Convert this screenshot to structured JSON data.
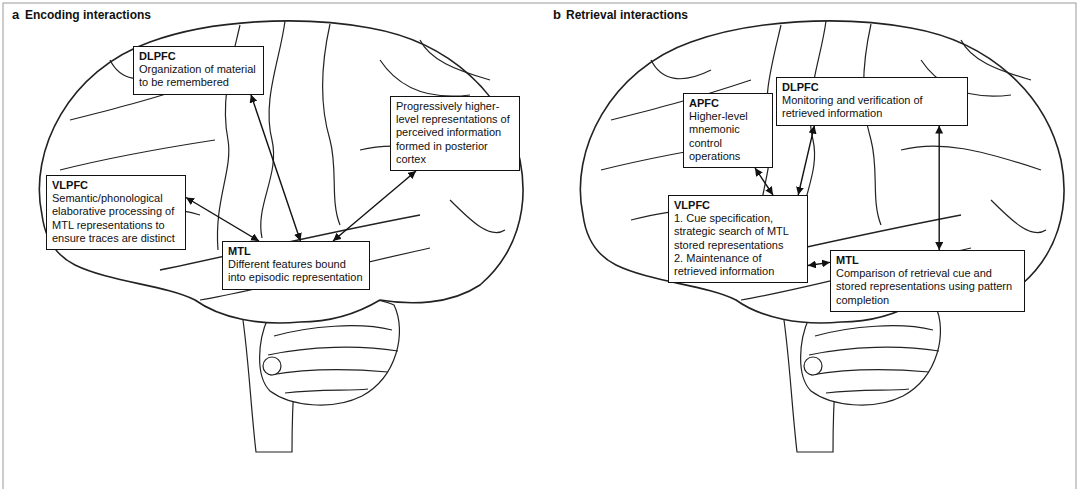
{
  "diagram": {
    "nodes": [
      {
        "text": [
          "DLPFC",
          "Organization of material to be remembered"
        ]
      },
      {
        "text": [
          "Progressively higher-level representations of perceived information formed in posterior cortex"
        ]
      },
      {
        "text": [
          "VLPFC",
          "Semantic/phonological elaborative processing of MTL representations to ensure traces are distinct"
        ]
      },
      {
        "text": [
          "MTL",
          "Different features bound into episodic representation"
        ]
      },
      {
        "text": [
          "APFC",
          "Higher-level mnemonic control operations"
        ]
      },
      {
        "text": [
          "DLPFC",
          "Monitoring and verification of retrieved information"
        ]
      },
      {
        "text": [
          "VLPFC",
          "1. Cue specification, strategic search of MTL stored representations",
          "2. Maintenance of retrieved information"
        ]
      },
      {
        "text": [
          "MTL",
          "Comparison of retrieval cue and stored representations using pattern completion"
        ]
      }
    ],
    "edges": [
      {
        "from": 0,
        "to": 3,
        "arrow": "both"
      },
      {
        "from": 2,
        "to": 3,
        "arrow": "both"
      },
      {
        "from": 1,
        "to": 3,
        "arrow": "both"
      },
      {
        "from": 4,
        "to": 6,
        "arrow": "both"
      },
      {
        "from": 6,
        "to": 5,
        "arrow": "both"
      },
      {
        "from": 5,
        "to": 7,
        "arrow": "both"
      },
      {
        "from": 6,
        "to": 7,
        "arrow": "both"
      }
    ],
    "labels": [
      "a",
      "Encoding interactions",
      "b",
      "Retrieval interactions"
    ]
  }
}
